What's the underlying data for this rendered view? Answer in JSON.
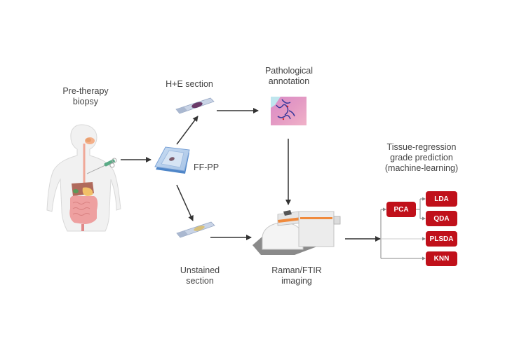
{
  "figure": {
    "labels": {
      "pre_therapy": [
        "Pre-therapy",
        "biopsy"
      ],
      "he_section": "H+E section",
      "pathological": [
        "Pathological",
        "annotation"
      ],
      "ffpp": "FF-PP",
      "unstained": [
        "Unstained",
        "section"
      ],
      "raman": [
        "Raman/FTIR",
        "imaging"
      ],
      "tissue_regression": [
        "Tissue-regression",
        "grade prediction",
        "(machine-learning)"
      ]
    },
    "ml_methods": {
      "pca": "PCA",
      "lda": "LDA",
      "qda": "QDA",
      "plsda": "PLSDA",
      "knn": "KNN"
    },
    "colors": {
      "ml_box": "#c0101a",
      "arrow": "#333333",
      "connector": "#888888",
      "text": "#444444",
      "microscope_accent": "#f08a3c"
    },
    "icons": [
      "human-body-digestive-icon",
      "syringe-icon",
      "ffpp-cassette-icon",
      "he-slide-icon",
      "histology-image-icon",
      "unstained-slide-icon",
      "raman-microscope-icon"
    ]
  }
}
